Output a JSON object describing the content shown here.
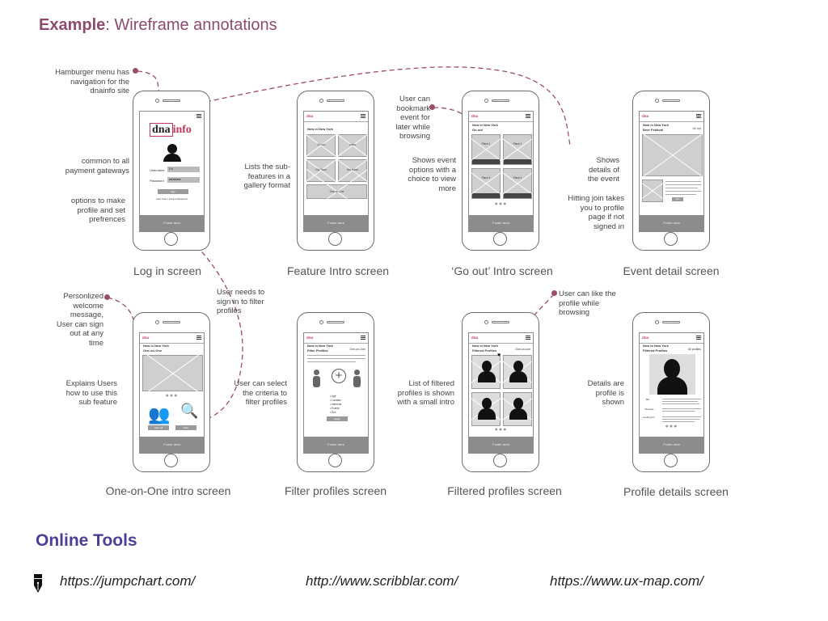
{
  "header": {
    "title_bold": "Example",
    "title_rest": ": Wireframe annotations"
  },
  "annotations": {
    "hamburger": "Hamburger menu has navigation for the dnainfo site",
    "common": "common to all payment gateways",
    "options": "options to make profile and set prefrences",
    "lists": "Lists the sub-features in a gallery format",
    "bookmark": "User can bookmark event for later while browsing",
    "shows_event": "Shows event options with a choice to view more",
    "shows_details": "Shows details of the event",
    "hitting_join": "Hitting join takes you to profile page if not signed in",
    "sign_in": "User needs to sign in to filter profiles",
    "personalized": "Personlized welcome message, User can sign out at any time",
    "explains": "Explains Users how to use this sub feature",
    "select_criteria": "User can select the criteria to filter profiles",
    "list_filtered": "List of filtered profiles is shown with a small intro",
    "like_profile": "User can like the profile while browsing",
    "details_profile": "Details are profile is shown"
  },
  "captions": {
    "login": "Log in screen",
    "feature_intro": "Feature Intro screen",
    "goout_intro": "‘Go out’ Intro screen",
    "event_detail": "Event detail screen",
    "one_on_one": "One-on-One intro screen",
    "filter_profiles": "Filter profiles screen",
    "filtered_profiles": "Filtered profiles screen",
    "profile_details": "Profile details screen"
  },
  "screens": {
    "footer": "Footer area",
    "logo_dna": "dna",
    "logo_info": "info",
    "new_in_ny": "New in New York",
    "login": {
      "username_label": "Username",
      "username_value": "Ed",
      "password_label": "Password",
      "password_value": "●●●●●●",
      "signin": "Sign",
      "links": "New User | Forgot Password"
    },
    "feature": {
      "tiles": [
        "Go out",
        "Learn",
        "City Tours",
        "Get active",
        "One-on-One"
      ]
    },
    "goout": {
      "subtitle": "Go out",
      "tiles": [
        "Place 1",
        "Place 2",
        "Place 3",
        "Place 4"
      ]
    },
    "event": {
      "subtitle": "Beer Festival",
      "goout": "Go out",
      "join": "Join"
    },
    "oneonone": {
      "subtitle": "One-on-One",
      "view_all": "View all",
      "filter": "Filter"
    },
    "filter": {
      "subtitle": "Filter Profiles",
      "badge": "One-on-One",
      "options": [
        "Age",
        "Location",
        "Interests",
        "Events",
        "Sex"
      ],
      "apply": "Apply"
    },
    "filtered": {
      "subtitle": "Filtered Profiles",
      "badge": "One-on-one"
    },
    "profile": {
      "subtitle": "Filtered Profiles",
      "badge": "All profiles",
      "rows": [
        "Bio",
        "Interests",
        "Looking for"
      ]
    }
  },
  "tools": {
    "heading": "Online Tools",
    "icon": "pen-nib-icon",
    "links": [
      "https://jumpchart.com/",
      "http://www.scribblar.com/",
      "https://www.ux-map.com/"
    ]
  },
  "colors": {
    "accent": "#9c4c6b",
    "heading_blue": "#4b3f9a",
    "title_plum": "#8e4a6e"
  }
}
